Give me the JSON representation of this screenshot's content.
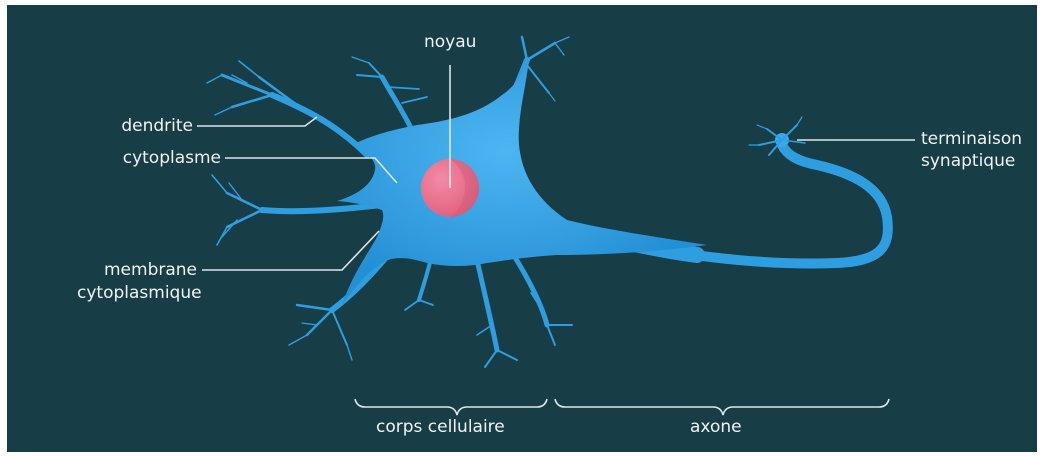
{
  "figure": {
    "background": "#173d46",
    "neuron_color": "#2f9ee0",
    "nucleus_color": "#f27a99",
    "labels": {
      "noyau": "noyau",
      "dendrite": "dendrite",
      "cytoplasme": "cytoplasme",
      "membrane_line1": "membrane",
      "membrane_line2": "cytoplasmique",
      "terminaison_line1": "terminaison",
      "terminaison_line2": "synaptique",
      "corps_cellulaire": "corps cellulaire",
      "axone": "axone"
    }
  }
}
